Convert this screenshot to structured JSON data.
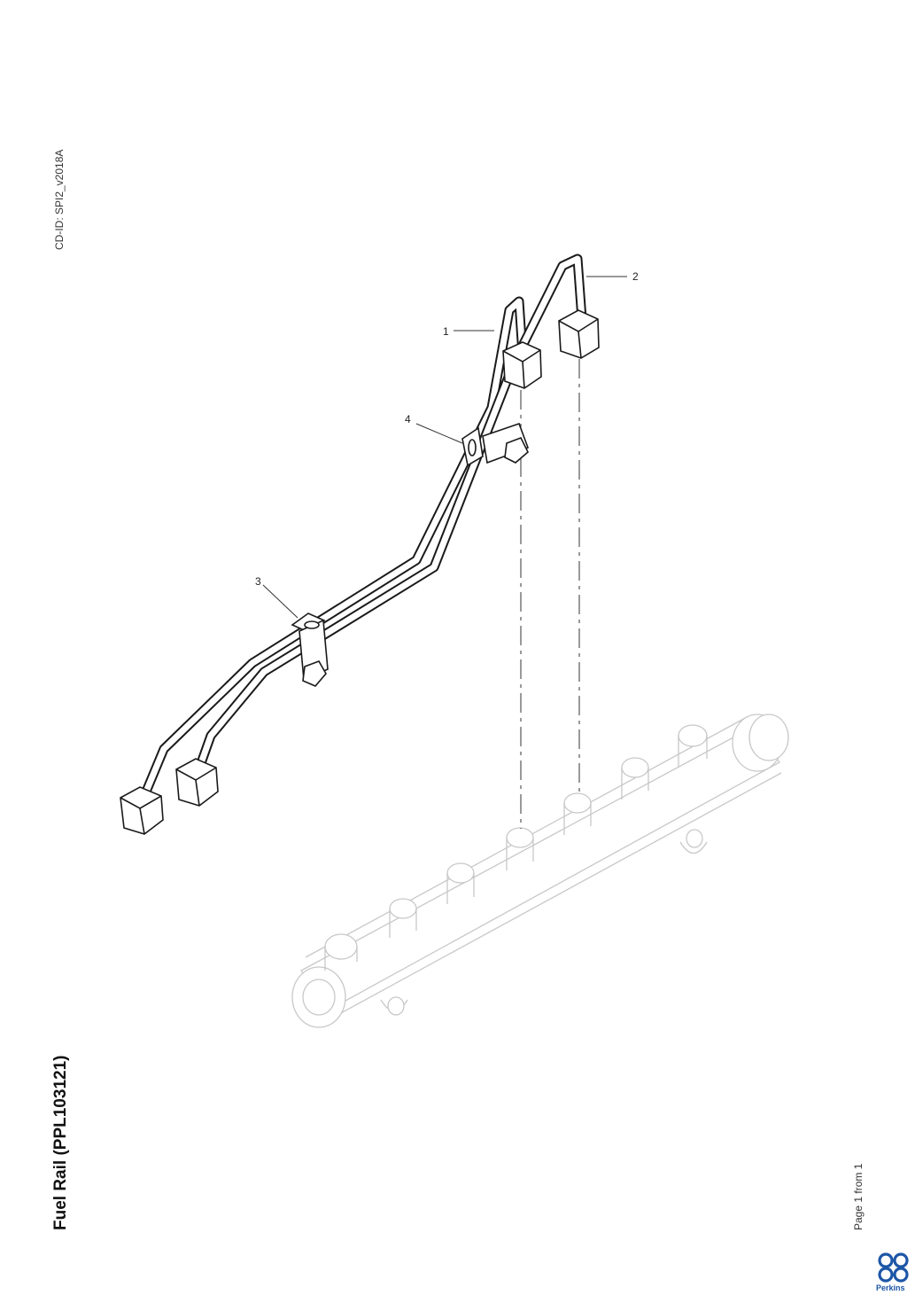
{
  "header": {
    "cd_id": "CD-ID: SPI2_v2018A"
  },
  "title": "Fuel Rail (PPL103121)",
  "footer": {
    "page_info": "Page 1 from 1",
    "brand": "Perkins"
  },
  "callouts": [
    {
      "number": "1",
      "part": "fuel-pipe-1"
    },
    {
      "number": "2",
      "part": "fuel-pipe-2"
    },
    {
      "number": "3",
      "part": "pipe-clamp-lower"
    },
    {
      "number": "4",
      "part": "pipe-clamp-upper"
    }
  ],
  "colors": {
    "line": "#1a1a1a",
    "ghost": "#c8c8c8",
    "brand": "#1d56a6"
  }
}
